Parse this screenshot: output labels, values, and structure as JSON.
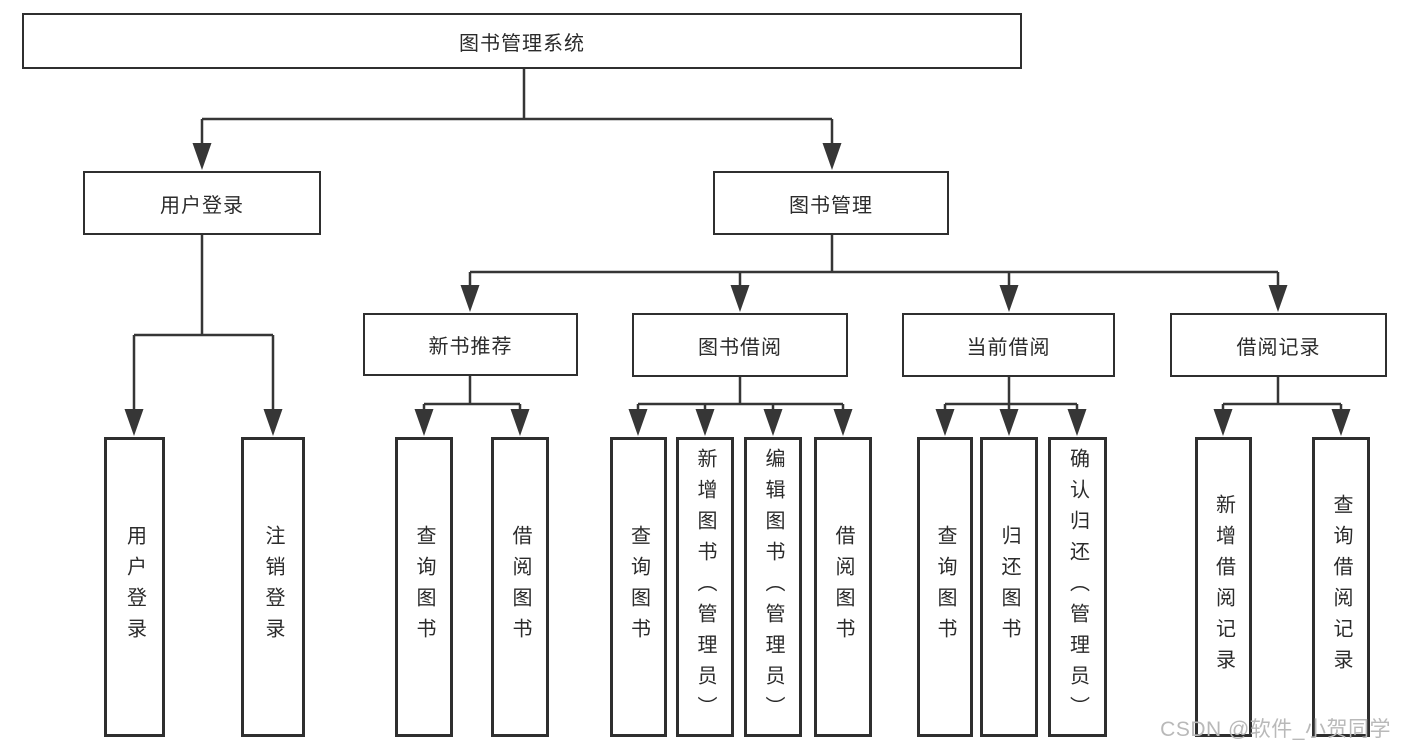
{
  "tree": {
    "root": {
      "label": "图书管理系统",
      "children": [
        {
          "label": "用户登录",
          "children": [
            {
              "label": "用户登录"
            },
            {
              "label": "注销登录"
            }
          ]
        },
        {
          "label": "图书管理",
          "children": [
            {
              "label": "新书推荐",
              "children": [
                {
                  "label": "查询图书"
                },
                {
                  "label": "借阅图书"
                }
              ]
            },
            {
              "label": "图书借阅",
              "children": [
                {
                  "label": "查询图书"
                },
                {
                  "label": "新增图书（管理员）"
                },
                {
                  "label": "编辑图书（管理员）"
                },
                {
                  "label": "借阅图书"
                }
              ]
            },
            {
              "label": "当前借阅",
              "children": [
                {
                  "label": "查询图书"
                },
                {
                  "label": "归还图书"
                },
                {
                  "label": "确认归还（管理员）"
                }
              ]
            },
            {
              "label": "借阅记录",
              "children": [
                {
                  "label": "新增借阅记录"
                },
                {
                  "label": "查询借阅记录"
                }
              ]
            }
          ]
        }
      ]
    }
  },
  "watermark": "CSDN @软件_小贺同学",
  "colors": {
    "line": "#363636",
    "box_border": "#2f2f2f",
    "text": "#2b2b2b",
    "watermark": "#b9b9b9",
    "background": "#ffffff"
  }
}
